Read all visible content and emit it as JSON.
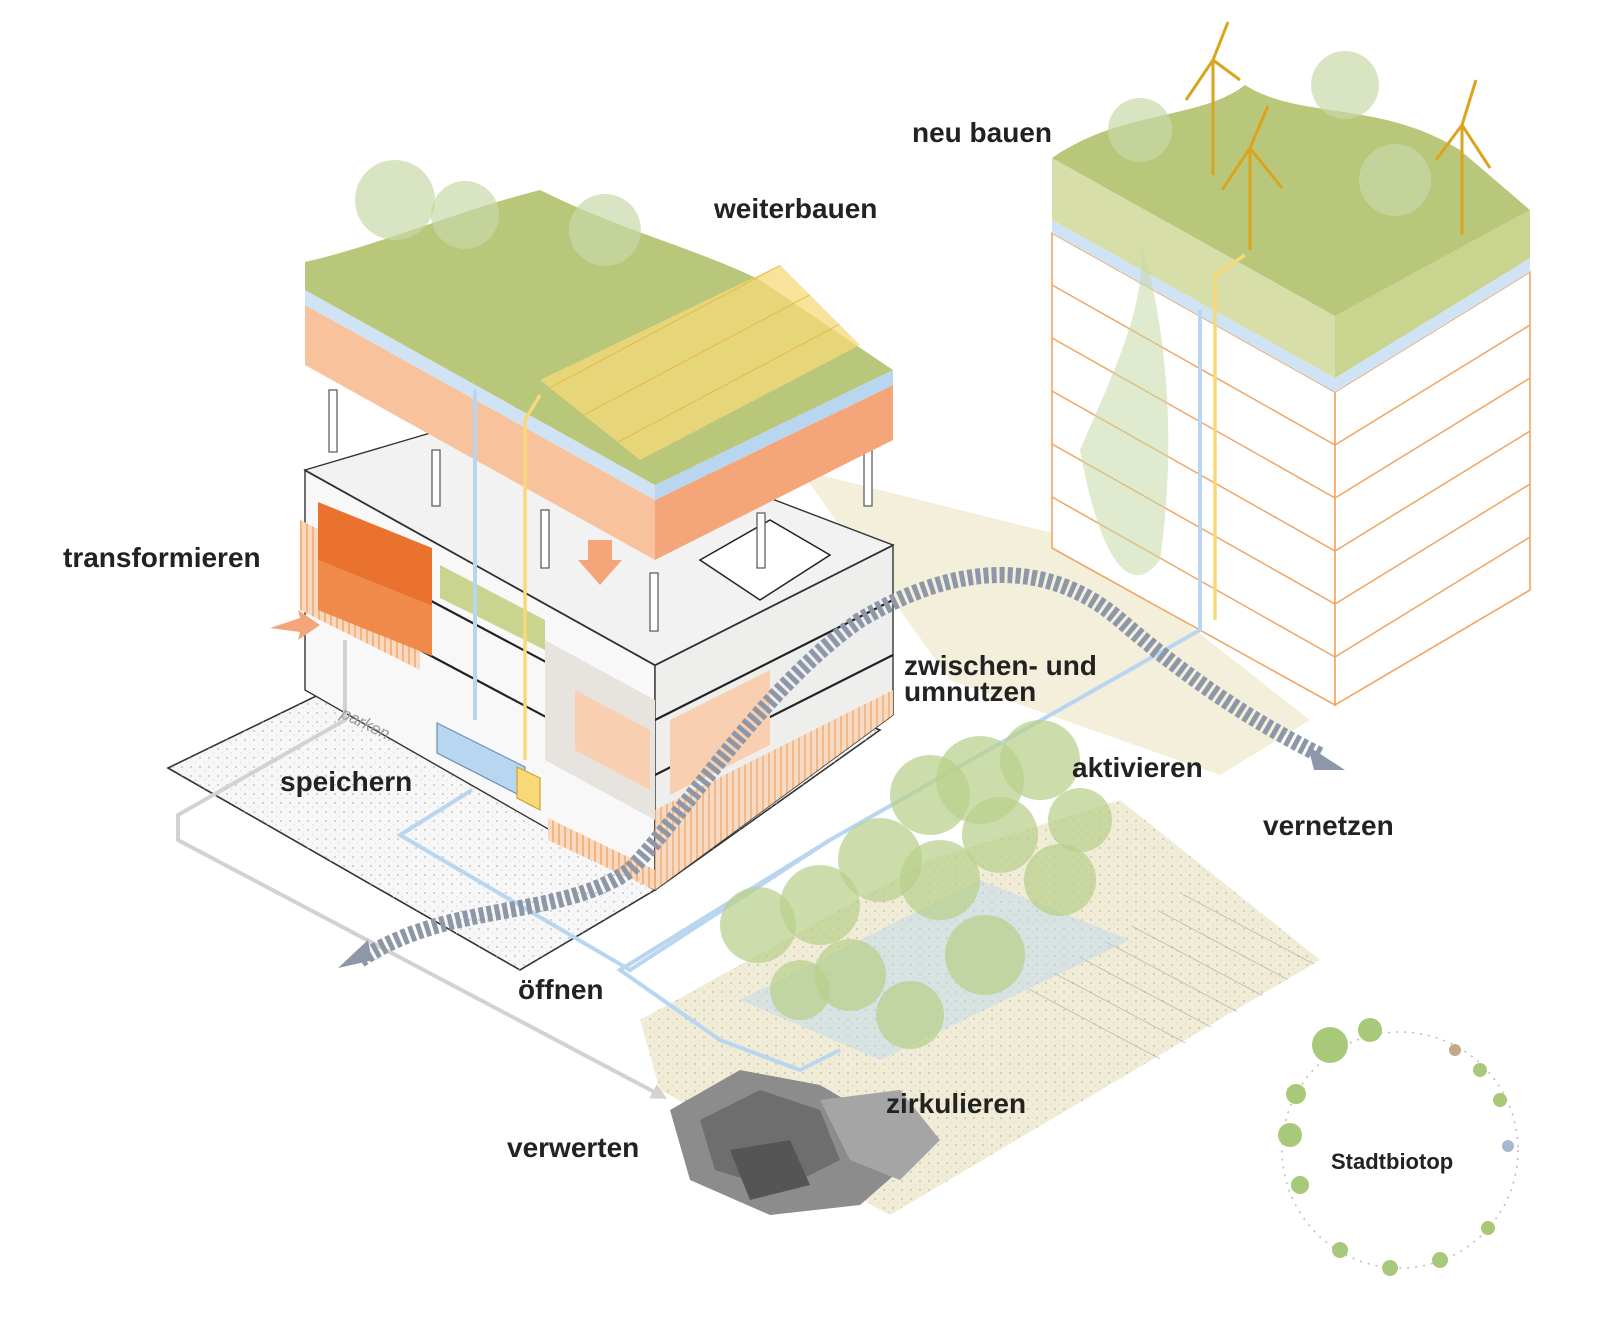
{
  "labels": {
    "neu_bauen": "neu bauen",
    "weiterbauen": "weiterbauen",
    "transformieren": "transformieren",
    "zwischen_line1": "zwischen- und",
    "zwischen_line2": "umnutzen",
    "aktivieren": "aktivieren",
    "speichern": "speichern",
    "vernetzen": "vernetzen",
    "oeffnen": "öffnen",
    "zirkulieren": "zirkulieren",
    "verwerten": "verwerten",
    "stadtbiotop": "Stadtbiotop",
    "parken": "parken"
  },
  "colors": {
    "green_roof": "#b9c77a",
    "green_dark": "#9fb35a",
    "orange_slab": "#f4a67a",
    "orange_strong": "#e8722e",
    "solar_yellow": "#f7d978",
    "water_blue": "#b9d6f0",
    "flow_grey": "#8d97a8",
    "ground_beige": "#ece6c8",
    "line_orange": "#f0a565"
  }
}
